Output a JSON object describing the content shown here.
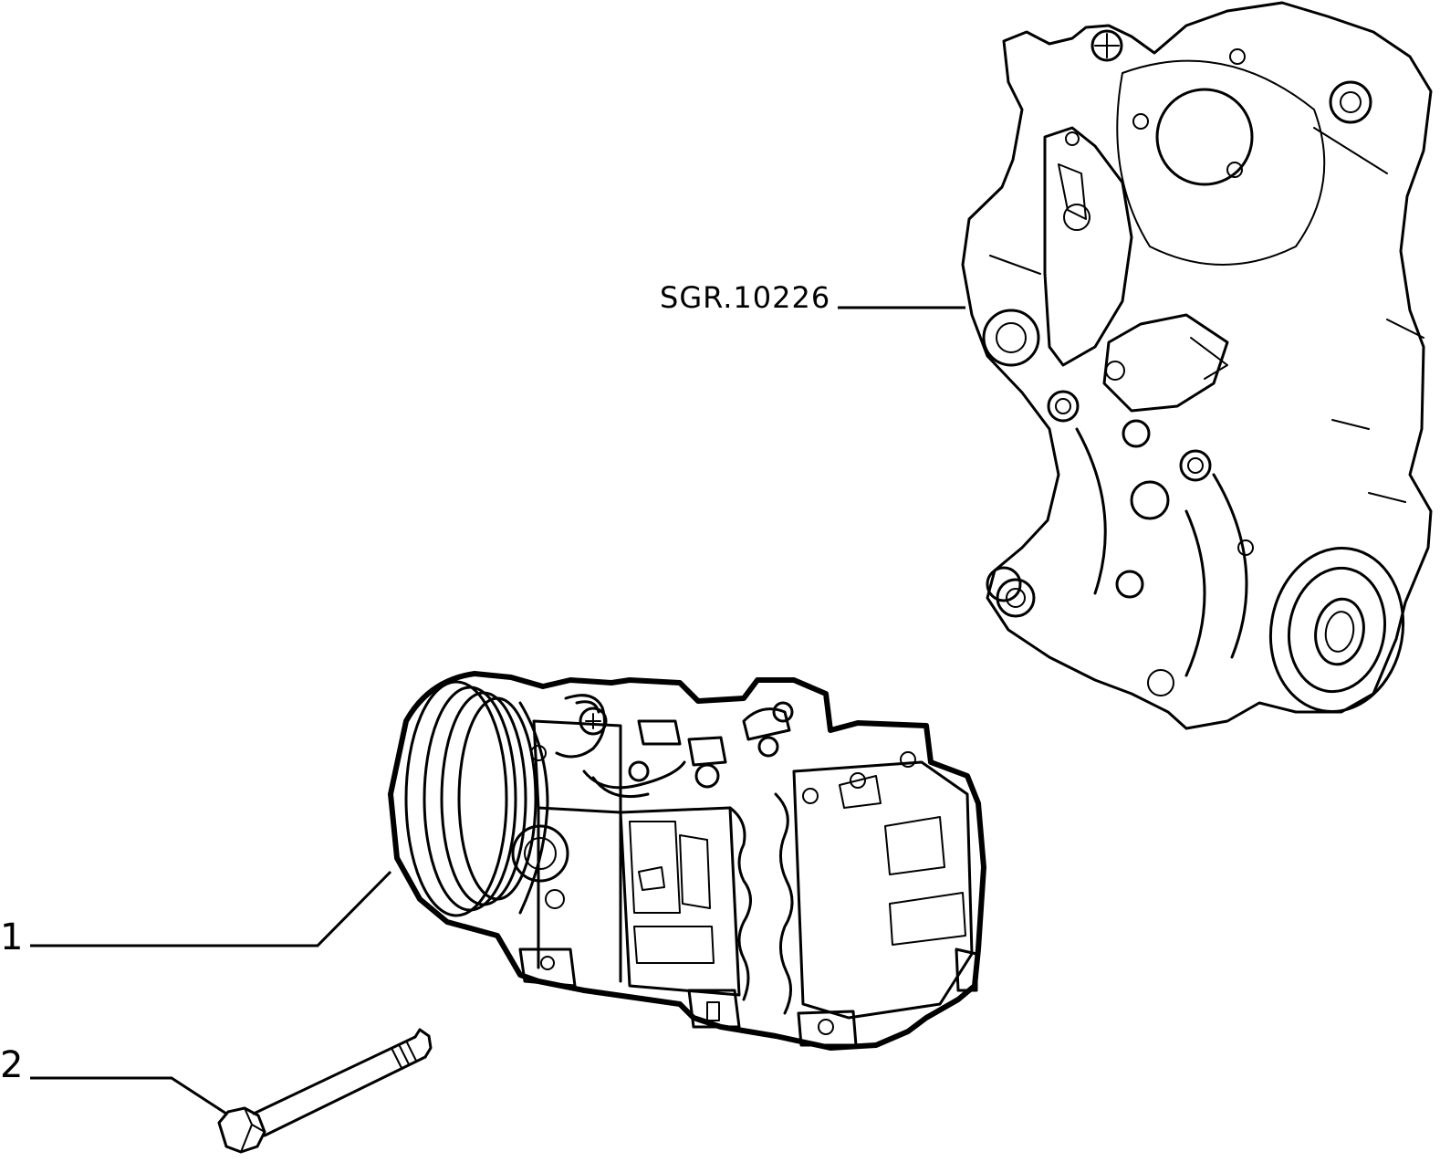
{
  "callouts": [
    {
      "number": "1",
      "part": "compressor"
    },
    {
      "number": "2",
      "part": "bolt"
    }
  ],
  "reference": {
    "label": "SGR.10226",
    "part": "bracket"
  }
}
